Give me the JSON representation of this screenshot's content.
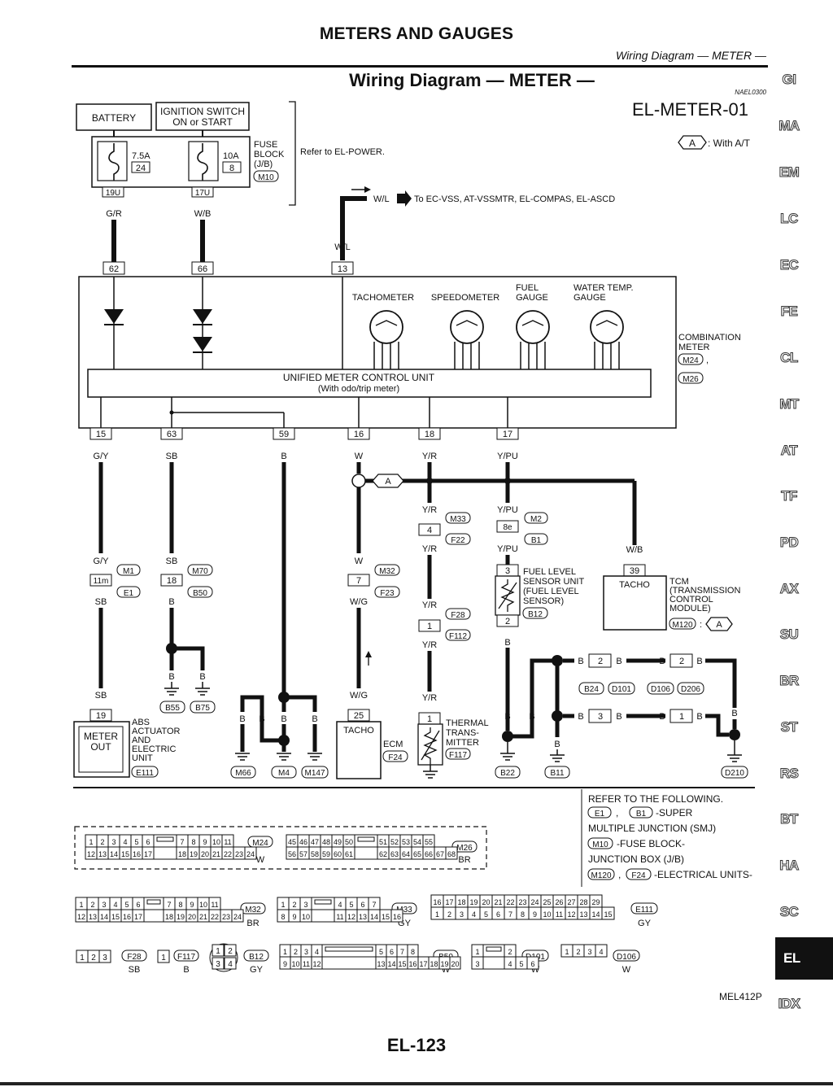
{
  "header": {
    "title": "METERS AND GAUGES",
    "subtitle": "Wiring Diagram — METER —"
  },
  "diagram": {
    "title": "Wiring Diagram — METER —",
    "code": "NAEL0300",
    "id": "EL-METER-01",
    "figure_code": "MEL412P",
    "legend": {
      "badge": "A",
      "text": ": With A/T"
    },
    "labels": {
      "battery": "BATTERY",
      "ign1": "IGNITION SWITCH",
      "ign2": "ON or START",
      "fuse1_rating": "7.5A",
      "fuse1_num": "24",
      "fuse2_rating": "10A",
      "fuse2_num": "8",
      "fuseblock1": "FUSE",
      "fuseblock2": "BLOCK",
      "fuseblock3": "(J/B)",
      "fuseblock_conn": "M10",
      "refer_power": "Refer to EL-POWER.",
      "term_19u": "19U",
      "term_17u": "17U",
      "wire_gr": "G/R",
      "wire_wb": "W/B",
      "wire_wl": "W/L",
      "to_ec": "To EC-VSS, AT-VSSMTR, EL-COMPAS, EL-ASCD",
      "pin62": "62",
      "pin66": "66",
      "pin13": "13",
      "tachometer": "TACHOMETER",
      "speedometer": "SPEEDOMETER",
      "fuel1": "FUEL",
      "fuel2": "GAUGE",
      "water1": "WATER TEMP.",
      "water2": "GAUGE",
      "combo1": "COMBINATION",
      "combo2": "METER",
      "combo_c1": "M24",
      "combo_c2": "M26",
      "umcu1": "UNIFIED METER CONTROL UNIT",
      "umcu2": "(With odo/trip meter)",
      "pin15": "15",
      "pin63": "63",
      "pin59": "59",
      "pin16": "16",
      "pin18": "18",
      "pin17": "17",
      "w_gy": "G/Y",
      "w_sb": "SB",
      "w_b": "B",
      "w_w": "W",
      "w_yr": "Y/R",
      "w_ypu": "Y/PU",
      "w_wg": "W/G",
      "c_m1": "M1",
      "c_e1": "E1",
      "c_m70": "M70",
      "c_b50": "B50",
      "c_m32": "M32",
      "c_f23": "F23",
      "c_m33": "M33",
      "c_f22": "F22",
      "c_m2": "M2",
      "c_b1": "B1",
      "c_f28": "F28",
      "c_f112": "F112",
      "c_b12": "B12",
      "c_b55": "B55",
      "c_b75": "B75",
      "c_m66": "M66",
      "c_m4": "M4",
      "c_m147": "M147",
      "c_f24": "F24",
      "c_f117": "F117",
      "c_b22": "B22",
      "c_b11": "B11",
      "c_d210": "D210",
      "c_b24": "B24",
      "c_d101": "D101",
      "c_d106": "D106",
      "c_d206": "D206",
      "c_e111": "E111",
      "c_m120": "M120",
      "p11m": "11m",
      "p18": "18",
      "p7": "7",
      "p4": "4",
      "p8e": "8e",
      "p1": "1",
      "p3": "3",
      "p2": "2",
      "p19": "19",
      "p25": "25",
      "p39": "39",
      "tacho": "TACHO",
      "tcm1": "TCM",
      "tcm2": "(TRANSMISSION",
      "tcm3": "CONTROL",
      "tcm4": "MODULE)",
      "fuel_s1": "FUEL LEVEL",
      "fuel_s2": "SENSOR UNIT",
      "fuel_s3": "(FUEL LEVEL",
      "fuel_s4": "SENSOR)",
      "abs1": "ABS",
      "abs2": "ACTUATOR",
      "abs3": "AND",
      "abs4": "ELECTRIC",
      "abs5": "UNIT",
      "meter_out1": "METER",
      "meter_out2": "OUT",
      "ecm": "ECM",
      "therm1": "THERMAL",
      "therm2": "TRANS-",
      "therm3": "MITTER",
      "colon": ":"
    },
    "refer": {
      "heading": "REFER TO THE FOLLOWING.",
      "smj_c1": "E1",
      "smj_c2": "B1",
      "smj_t1": "-SUPER",
      "smj_t2": "MULTIPLE JUNCTION (SMJ)",
      "jb_c": "M10",
      "jb_t1": "-FUSE BLOCK-",
      "jb_t2": "JUNCTION BOX (J/B)",
      "eu_c1": "M120",
      "eu_c2": "F24",
      "eu_t": "-ELECTRICAL UNITS-"
    },
    "connectors": {
      "m24": {
        "id": "M24",
        "color": "W"
      },
      "m26": {
        "id": "M26",
        "color": "BR"
      },
      "m32": {
        "id": "M32",
        "color": "BR"
      },
      "m33": {
        "id": "M33",
        "color": "GY"
      },
      "e111": {
        "id": "E111",
        "color": "GY"
      },
      "f28": {
        "id": "F28",
        "color": "SB"
      },
      "f117": {
        "id": "F117",
        "color": "B"
      },
      "b12": {
        "id": "B12",
        "color": "GY"
      },
      "b50": {
        "id": "B50",
        "color": "W"
      },
      "d101": {
        "id": "D101",
        "color": "W"
      },
      "d106": {
        "id": "D106",
        "color": "W"
      }
    }
  },
  "side_tabs": [
    "GI",
    "MA",
    "EM",
    "LC",
    "EC",
    "FE",
    "CL",
    "MT",
    "AT",
    "TF",
    "PD",
    "AX",
    "SU",
    "BR",
    "ST",
    "RS",
    "BT",
    "HA",
    "SC",
    "EL",
    "IDX"
  ],
  "active_tab": "EL",
  "footer": {
    "page": "EL-123"
  }
}
